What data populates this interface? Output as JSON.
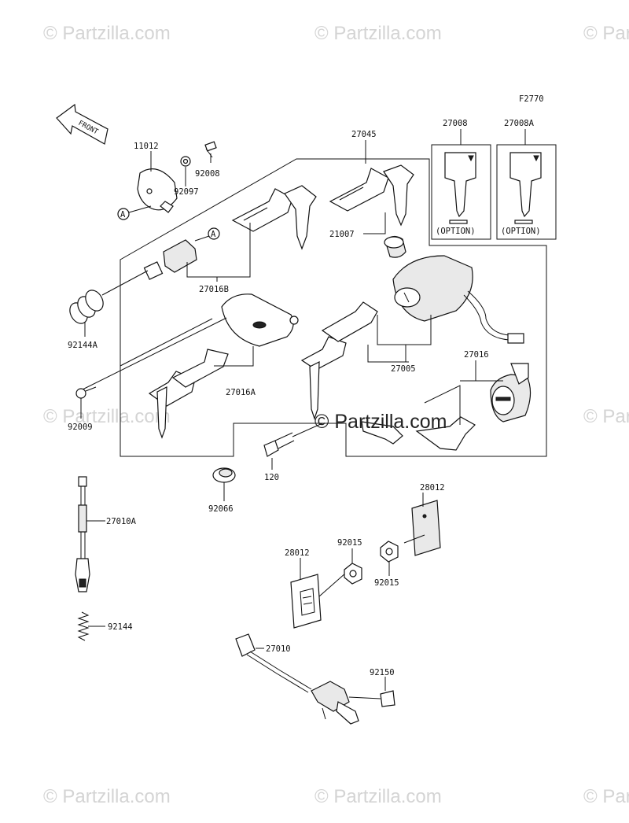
{
  "figure_code": "F2770",
  "front_label": "FRONT",
  "watermarks": [
    "© Partzilla.com",
    "© Partzilla.com",
    "© Partzilla.com",
    "© Partzilla.com",
    "© Partzilla.com",
    "© Partzilla.com",
    "© Partzilla.com",
    "© Partzilla.com"
  ],
  "center_watermark": "© Partzilla.com",
  "ref_marker": "A",
  "option_label": "(OPTION)",
  "part_labels": {
    "p11012": "11012",
    "p92008": "92008",
    "p92097": "92097",
    "p27045": "27045",
    "p27008": "27008",
    "p27008A": "27008A",
    "p21007": "21007",
    "p27016B": "27016B",
    "p92144A": "92144A",
    "p27016A": "27016A",
    "p27005": "27005",
    "p27016": "27016",
    "p92009": "92009",
    "p120": "120",
    "p92066": "92066",
    "p27010A": "27010A",
    "p28012a": "28012",
    "p28012b": "28012",
    "p92015a": "92015",
    "p92015b": "92015",
    "p92144": "92144",
    "p27010": "27010",
    "p92150": "92150"
  }
}
